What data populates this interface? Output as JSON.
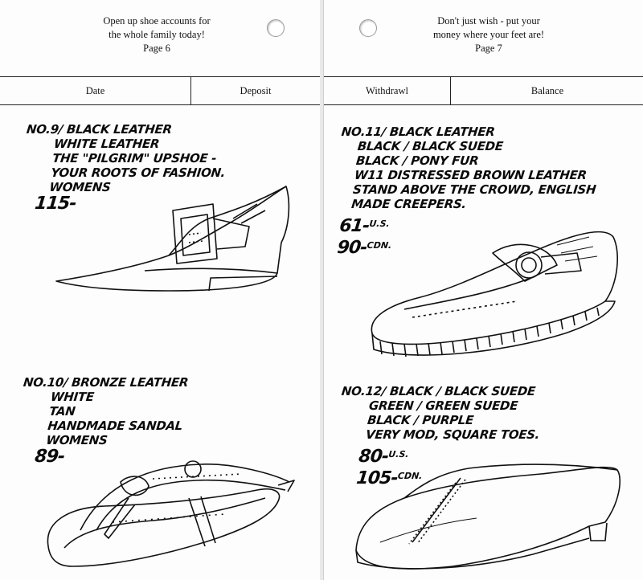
{
  "left_page": {
    "header": {
      "line1": "Open up shoe accounts for",
      "line2": "the whole family today!",
      "page": "Page 6"
    },
    "columns": [
      "Date",
      "Deposit"
    ],
    "entries": [
      {
        "lines": [
          "No.9/ Black Leather",
          "White Leather",
          "The \"Pilgrim\" Upshoe -",
          "Your Roots of Fashion.",
          "Womens"
        ],
        "price": "115-"
      },
      {
        "lines": [
          "No.10/ Bronze Leather",
          "White",
          "Tan",
          "Handmade Sandal",
          "Womens"
        ],
        "price": "89-"
      }
    ]
  },
  "right_page": {
    "header": {
      "line1": "Don't just wish - put your",
      "line2": "money where your feet are!",
      "page": "Page 7"
    },
    "columns": [
      "Withdrawl",
      "Balance"
    ],
    "entries": [
      {
        "lines": [
          "No.11/ Black Leather",
          "Black / Black Suede",
          "Black / Pony Fur",
          "W11 Distressed Brown Leather",
          "Stand Above the Crowd, English",
          "Made Creepers."
        ],
        "prices": [
          {
            "amount": "61-",
            "unit": "U.S."
          },
          {
            "amount": "90-",
            "unit": "CDN."
          }
        ]
      },
      {
        "lines": [
          "No.12/ Black / Black Suede",
          "Green / Green Suede",
          "Black / Purple",
          "Very Mod, Square Toes."
        ],
        "prices": [
          {
            "amount": "80-",
            "unit": "U.S."
          },
          {
            "amount": "105-",
            "unit": "CDN."
          }
        ]
      }
    ]
  }
}
